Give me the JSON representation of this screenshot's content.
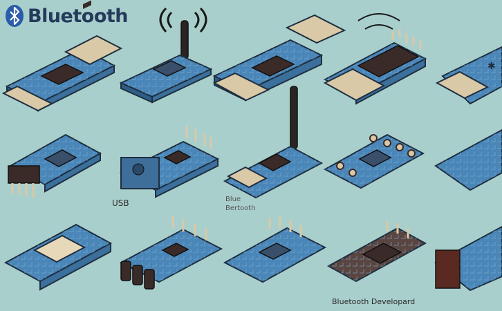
{
  "title": "Bluetooth",
  "captions": {
    "usb": "USB",
    "bluetooth_short": "Blue",
    "bluetooth_misspelled": "Bertooth",
    "dev_board": "Bluetooth Developard"
  },
  "colors": {
    "background": "#a9cfcc",
    "pcb_blue": "#4a86b8",
    "pcb_dark": "#2e5d86",
    "chip": "#3a2a28",
    "metal": "#d9c9a6",
    "title_text": "#243a5a"
  },
  "icons": [
    "bluetooth-logo-icon",
    "wireless-signal-icon",
    "antenna-icon"
  ]
}
